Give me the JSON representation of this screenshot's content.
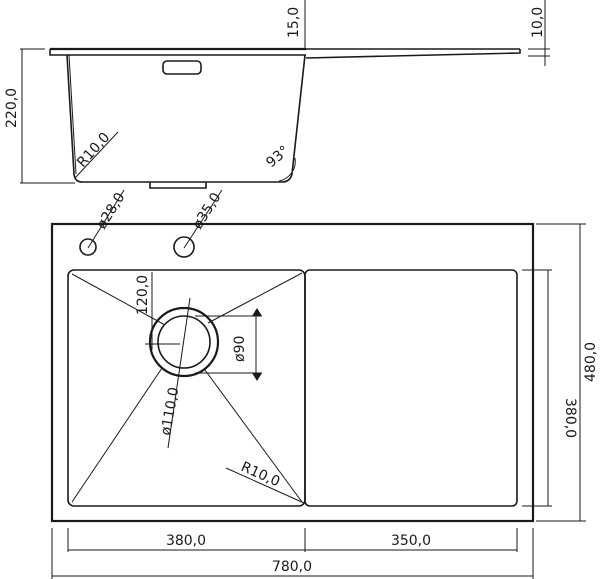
{
  "side_view": {
    "flange_thickness": "15,0",
    "drainboard_thickness": "10,0",
    "bowl_depth": "220,0",
    "corner_radius": "R10,0",
    "wall_angle": "93°",
    "hole_small": "ø28,0",
    "hole_large": "ø35,0"
  },
  "top_view": {
    "drain_offset": "120,0",
    "drain_inner": "ø90",
    "drain_outer": "ø110,0",
    "corner_radius": "R10,0",
    "bowl_length": "380,0",
    "overall_width": "480,0"
  },
  "bottom_dims": {
    "bowl_width": "380,0",
    "drainboard_width": "350,0",
    "overall_length": "780,0"
  }
}
